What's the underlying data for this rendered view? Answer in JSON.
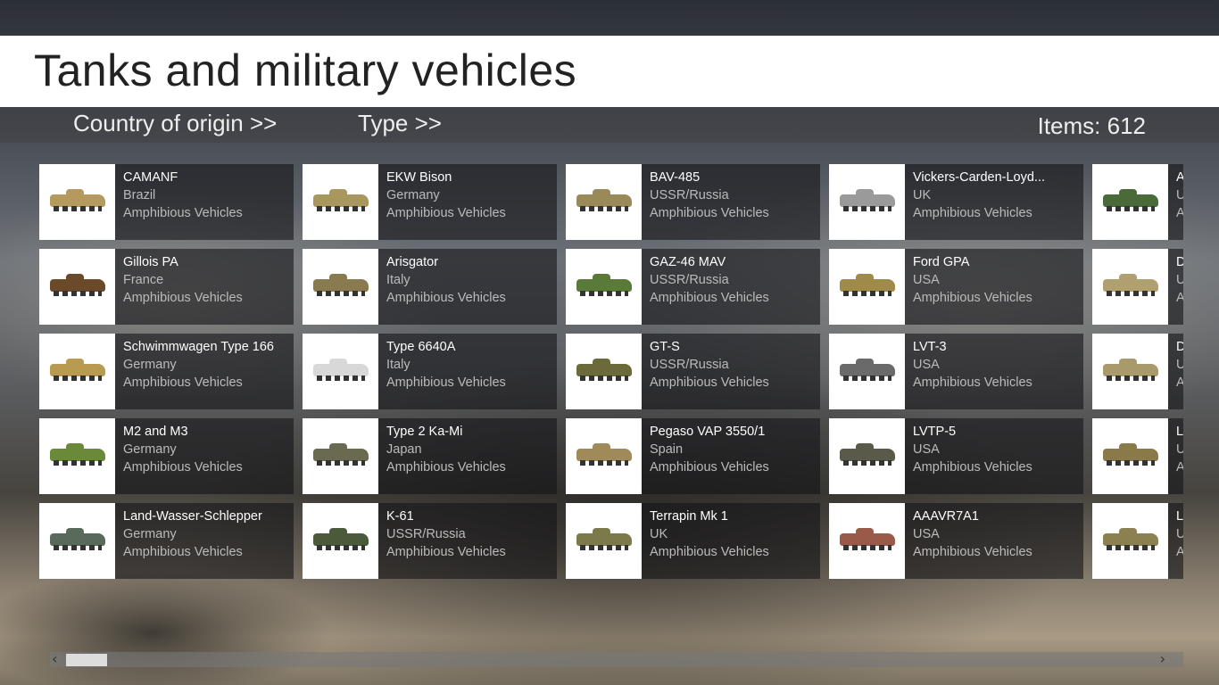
{
  "app": {
    "title": "Tanks and military vehicles"
  },
  "filters": {
    "country": "Country of origin >>",
    "type": "Type >>",
    "items": "Items: 612"
  },
  "colors": {
    "accent": "#ffffff",
    "vehicle_tan": "#b59a5e",
    "vehicle_green": "#5c6b3a"
  },
  "items": [
    {
      "name": "CAMANF",
      "country": "Brazil",
      "type": "Amphibious Vehicles",
      "color": "#b59a5e"
    },
    {
      "name": "Gillois PA",
      "country": "France",
      "type": "Amphibious Vehicles",
      "color": "#6b4a2a"
    },
    {
      "name": "Schwimmwagen Type 166",
      "country": "Germany",
      "type": "Amphibious Vehicles",
      "color": "#b89a50"
    },
    {
      "name": "M2 and M3",
      "country": "Germany",
      "type": "Amphibious Vehicles",
      "color": "#6a8a3a"
    },
    {
      "name": "Land-Wasser-Schlepper",
      "country": "Germany",
      "type": "Amphibious Vehicles",
      "color": "#5a6a5a"
    },
    {
      "name": "EKW Bison",
      "country": "Germany",
      "type": "Amphibious Vehicles",
      "color": "#a89860"
    },
    {
      "name": "Arisgator",
      "country": "Italy",
      "type": "Amphibious Vehicles",
      "color": "#8a7a50"
    },
    {
      "name": "Type 6640A",
      "country": "Italy",
      "type": "Amphibious Vehicles",
      "color": "#d8d8d8"
    },
    {
      "name": "Type 2 Ka-Mi",
      "country": "Japan",
      "type": "Amphibious Vehicles",
      "color": "#6a6a50"
    },
    {
      "name": "K-61",
      "country": "USSR/Russia",
      "type": "Amphibious Vehicles",
      "color": "#4a5a3a"
    },
    {
      "name": "BAV-485",
      "country": "USSR/Russia",
      "type": "Amphibious Vehicles",
      "color": "#9a8a5a"
    },
    {
      "name": "GAZ-46 MAV",
      "country": "USSR/Russia",
      "type": "Amphibious Vehicles",
      "color": "#5a7a3a"
    },
    {
      "name": "GT-S",
      "country": "USSR/Russia",
      "type": "Amphibious Vehicles",
      "color": "#6a6a3a"
    },
    {
      "name": "Pegaso VAP 3550/1",
      "country": "Spain",
      "type": "Amphibious Vehicles",
      "color": "#a08a5a"
    },
    {
      "name": "Terrapin Mk 1",
      "country": "UK",
      "type": "Amphibious Vehicles",
      "color": "#7a7a4a"
    },
    {
      "name": "Vickers-Carden-Loyd...",
      "country": "UK",
      "type": "Amphibious Vehicles",
      "color": "#9a9a9a"
    },
    {
      "name": "Ford GPA",
      "country": "USA",
      "type": "Amphibious Vehicles",
      "color": "#a08a4a"
    },
    {
      "name": "LVT-3",
      "country": "USA",
      "type": "Amphibious Vehicles",
      "color": "#6a6a6a"
    },
    {
      "name": "LVTP-5",
      "country": "USA",
      "type": "Amphibious Vehicles",
      "color": "#5a5a4a"
    },
    {
      "name": "AAAVR7A1",
      "country": "USA",
      "type": "Amphibious Vehicles",
      "color": "#9a5a4a"
    },
    {
      "name": "A",
      "country": "U",
      "type": "A",
      "color": "#4a6a3a"
    },
    {
      "name": "D",
      "country": "U",
      "type": "A",
      "color": "#b0a070"
    },
    {
      "name": "D",
      "country": "U",
      "type": "A",
      "color": "#a89a6a"
    },
    {
      "name": "L",
      "country": "U",
      "type": "A",
      "color": "#8a7a4a"
    },
    {
      "name": "L",
      "country": "U",
      "type": "A",
      "color": "#8a8050"
    }
  ]
}
